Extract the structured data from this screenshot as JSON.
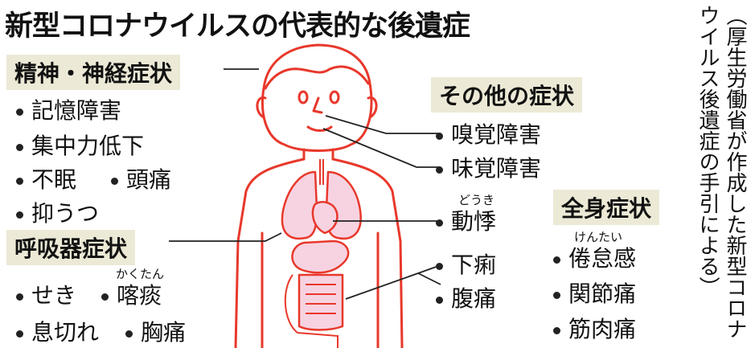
{
  "title": "新型コロナウイルスの代表的な後遺症",
  "source_note_line1": "（厚生労働省が作成した新型コロナ",
  "source_note_line2": "ウイルス後遺症の手引による）",
  "groups": {
    "mental": {
      "label": "精神・神経症状",
      "items": [
        "記憶障害",
        "集中力低下",
        "不眠",
        "頭痛",
        "抑うつ"
      ]
    },
    "respiratory": {
      "label": "呼吸器症状",
      "items": [
        "せき",
        "喀痰",
        "息切れ",
        "胸痛"
      ],
      "ruby_kakutan": "かくたん"
    },
    "other": {
      "label": "その他の症状",
      "items": [
        "嗅覚障害",
        "味覚障害",
        "動悸",
        "下痢",
        "腹痛"
      ],
      "ruby_douki": "どうき"
    },
    "whole_body": {
      "label": "全身症状",
      "items": [
        "倦怠感",
        "関節痛",
        "筋肉痛"
      ],
      "ruby_kentai": "けんたい"
    }
  },
  "colors": {
    "outline": "#e8382b",
    "organ_fill": "#f7d3e1",
    "label_box": "#ece9d6",
    "text": "#111111",
    "leader": "#222222"
  },
  "icons": [
    "human-body-figure",
    "lungs-icon",
    "heart-icon",
    "stomach-icon",
    "intestines-icon"
  ]
}
